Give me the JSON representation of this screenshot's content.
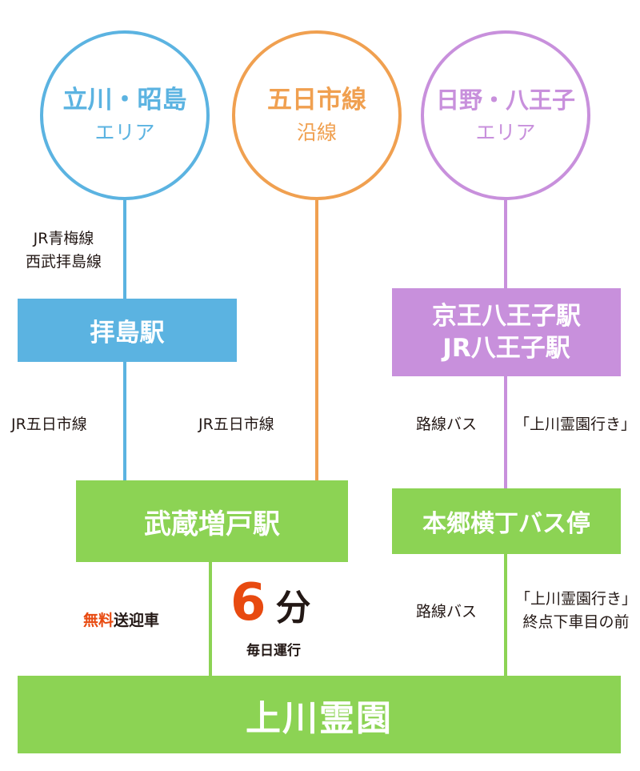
{
  "colors": {
    "blue": "#5BB3E1",
    "orange": "#F0A050",
    "purple": "#C890DC",
    "green": "#8CD354",
    "red": "#E84A10",
    "text": "#231815"
  },
  "areas": {
    "tachikawa": {
      "title": "立川・昭島",
      "subtitle": "エリア"
    },
    "itsukaichi": {
      "title": "五日市線",
      "subtitle": "沿線"
    },
    "hino": {
      "title": "日野・八王子",
      "subtitle": "エリア"
    }
  },
  "labels": {
    "left_lines": [
      "JR青梅線",
      "西武拝島線"
    ],
    "left_itsukaichi": "JR五日市線",
    "mid_itsukaichi": "JR五日市線",
    "route_bus_1": "路線バス",
    "bound_1": "「上川霊園行き」",
    "route_bus_2": "路線バス",
    "bound_2": [
      "「上川霊園行き」",
      "終点下車目の前"
    ]
  },
  "stations": {
    "haijima": "拝島駅",
    "hachioji": [
      "京王八王子駅",
      "JR八王子駅"
    ],
    "musashi_masuko": "武蔵増戸駅",
    "hongo_yokocho": "本郷横丁バス停",
    "destination": "上川霊園"
  },
  "shuttle": {
    "free": "無料",
    "label": "送迎車",
    "minutes": "6",
    "unit": "分",
    "schedule": "毎日運行"
  }
}
